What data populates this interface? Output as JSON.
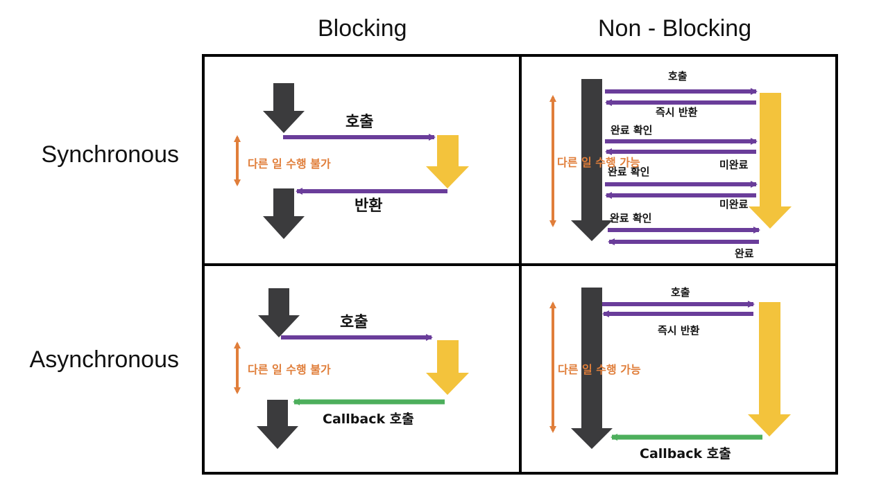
{
  "columns": {
    "blocking": "Blocking",
    "non_blocking": "Non - Blocking"
  },
  "rows": {
    "synchronous": "Synchronous",
    "asynchronous": "Asynchronous"
  },
  "labels": {
    "call": "호출",
    "return": "반환",
    "immediate_return": "즉시 반환",
    "check_done": "완료 확인",
    "not_done": "미완료",
    "done": "완료",
    "cannot_do_other": "다른 일 수행 불가",
    "can_do_other": "다른 일 수행 가능",
    "callback_call": "Callback 호출"
  },
  "colors": {
    "dark_arrow": "#3b3b3d",
    "yellow_arrow": "#f3c33c",
    "purple_arrow": "#6a3d9a",
    "green_arrow": "#4daf5c",
    "orange_arrow": "#e07e3a",
    "border": "#000000"
  },
  "icons": [
    "down-arrow",
    "left-arrow",
    "right-arrow",
    "double-headed-arrow"
  ]
}
